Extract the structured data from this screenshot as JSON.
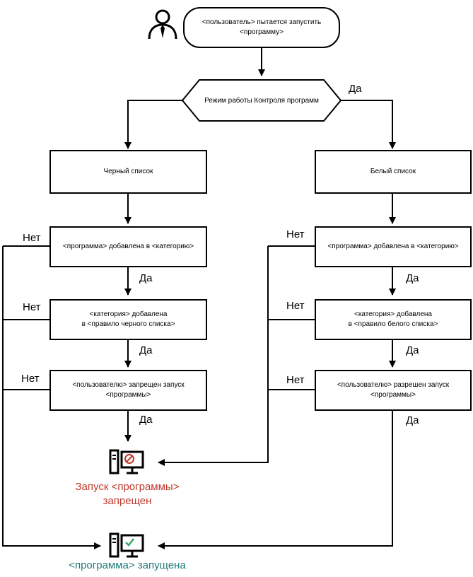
{
  "start": {
    "text": "<пользователь> пытается запустить\n<программу>"
  },
  "decision": {
    "text": "Режим работы Контроля программ"
  },
  "branches": {
    "blacklist": {
      "title": "Черный список",
      "step1": "<программа> добавлена в <категорию>",
      "step2": "<категория> добавлена\nв <правило черного списка>",
      "step3": "<пользователю> запрещен запуск\n<программы>"
    },
    "whitelist": {
      "title": "Белый список",
      "step1": "<программа> добавлена в <категорию>",
      "step2": "<категория> добавлена\nв <правило белого списка>",
      "step3": "<пользователю> разрешен запуск\n<программы>"
    }
  },
  "labels": {
    "yes": "Да",
    "no": "Нет"
  },
  "outcomes": {
    "blocked": {
      "text": "Запуск <программы>\nзапрещен",
      "color": "#c0392b",
      "icon": "computer-blocked-icon",
      "badge_color": "#c0392b"
    },
    "launched": {
      "text": "<программа> запущена",
      "color": "#1f7a7a",
      "icon": "computer-allowed-icon",
      "badge_color": "#2eaa66"
    }
  },
  "icons": {
    "user": "user-icon"
  }
}
